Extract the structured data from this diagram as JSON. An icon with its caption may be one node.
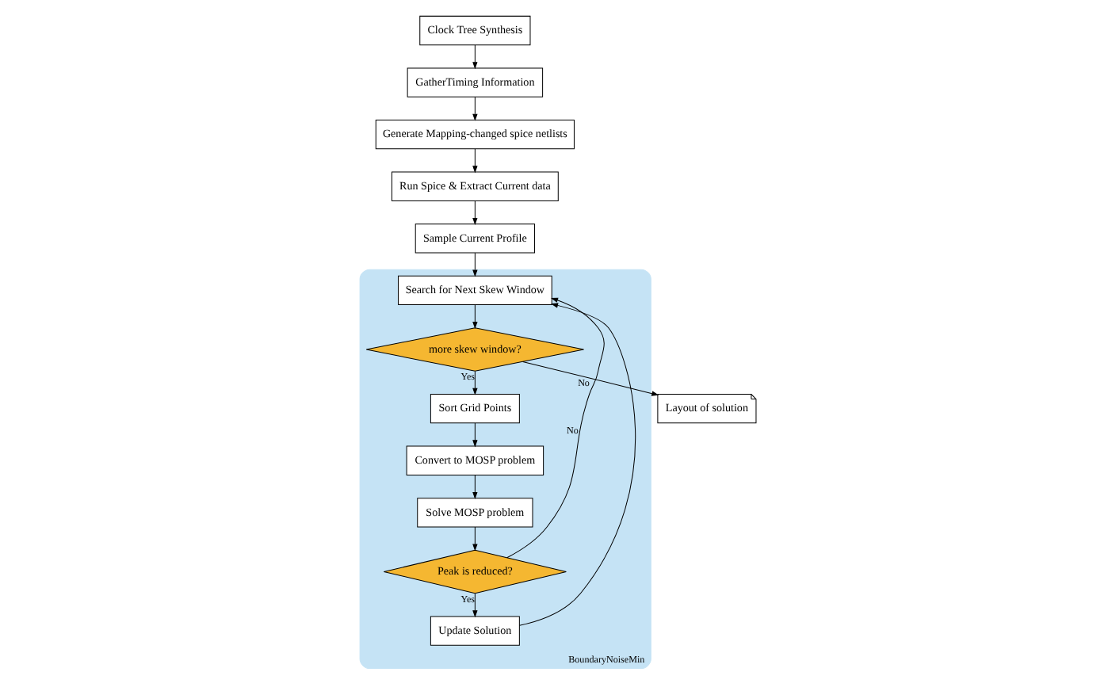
{
  "diagram": {
    "nodes": [
      {
        "text": [
          "Clock Tree Synthesis"
        ]
      },
      {
        "text": [
          "GatherTiming Information"
        ]
      },
      {
        "text": [
          "Generate Mapping-changed spice netlists"
        ]
      },
      {
        "text": [
          "Run Spice & Extract Current data"
        ]
      },
      {
        "text": [
          "Sample Current Profile"
        ]
      },
      {
        "text": [
          "BoundaryNoiseMin"
        ]
      },
      {
        "text": [
          "Search for Next Skew Window"
        ],
        "in": 5
      },
      {
        "text": [
          "more skew window?"
        ],
        "in": 5
      },
      {
        "text": [
          "Layout of solution"
        ]
      },
      {
        "text": [
          "Sort Grid Points"
        ],
        "in": 5
      },
      {
        "text": [
          "Convert to MOSP problem"
        ],
        "in": 5
      },
      {
        "text": [
          "Solve MOSP problem"
        ],
        "in": 5
      },
      {
        "text": [
          "Peak is reduced?"
        ],
        "in": 5
      },
      {
        "text": [
          "Update Solution"
        ],
        "in": 5
      }
    ],
    "edges": [
      {
        "from": 0,
        "to": 1,
        "arrow": "to"
      },
      {
        "from": 1,
        "to": 2,
        "arrow": "to"
      },
      {
        "from": 2,
        "to": 3,
        "arrow": "to"
      },
      {
        "from": 3,
        "to": 4,
        "arrow": "to"
      },
      {
        "from": 4,
        "to": 6,
        "arrow": "to"
      },
      {
        "from": 6,
        "to": 7,
        "arrow": "to"
      },
      {
        "from": 7,
        "to": 8,
        "arrow": "to",
        "label": "No"
      },
      {
        "from": 7,
        "to": 9,
        "arrow": "to",
        "label": "Yes"
      },
      {
        "from": 9,
        "to": 10,
        "arrow": "to"
      },
      {
        "from": 10,
        "to": 11,
        "arrow": "to"
      },
      {
        "from": 11,
        "to": 12,
        "arrow": "to"
      },
      {
        "from": 12,
        "to": 13,
        "arrow": "to",
        "label": "Yes"
      },
      {
        "from": 12,
        "to": 6,
        "arrow": "to",
        "label": "No"
      },
      {
        "from": 13,
        "to": 6,
        "arrow": "to"
      }
    ]
  }
}
